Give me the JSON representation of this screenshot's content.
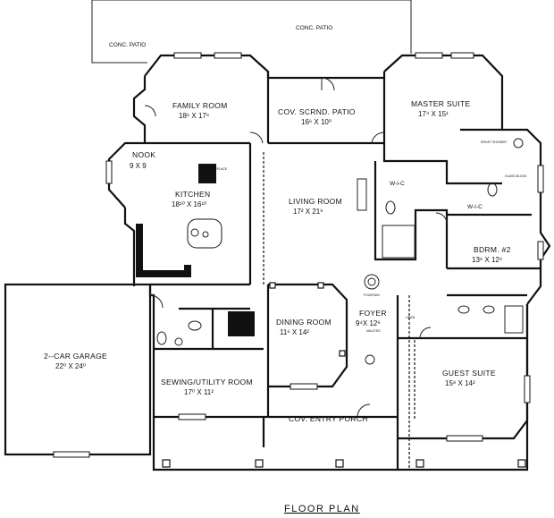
{
  "title": "FLOOR PLAN",
  "patios": {
    "left": "CONC. PATIO",
    "right": "CONC. PATIO"
  },
  "rooms": {
    "family_room": {
      "name": "FAMILY ROOM",
      "dims": "18⁶ X 17⁶"
    },
    "screened_patio": {
      "name": "COV. SCRND. PATIO",
      "dims": "16⁶ X 10⁰"
    },
    "master_suite": {
      "name": "MASTER SUITE",
      "dims": "17⁴ X 15¹"
    },
    "nook": {
      "name": "NOOK",
      "dims": "9 X 9"
    },
    "kitchen": {
      "name": "KITCHEN",
      "dims": "18¹⁰ X 16¹⁰"
    },
    "living_room": {
      "name": "LIVING ROOM",
      "dims": "17² X 21⁶"
    },
    "bedroom2": {
      "name": "BDRM. #2",
      "dims": "13⁶ X 12⁶"
    },
    "garage": {
      "name": "2--CAR GARAGE",
      "dims": "22⁰ X 24⁰"
    },
    "dining_room": {
      "name": "DINING ROOM",
      "dims": "11⁶ X 14²"
    },
    "foyer": {
      "name": "FOYER",
      "dims": "9⁴X 12⁶",
      "note": "VAULTED"
    },
    "sewing": {
      "name": "SEWING/UTILITY ROOM",
      "dims": "17⁰ X 11²"
    },
    "guest_suite": {
      "name": "GUEST SUITE",
      "dims": "15⁸ X 14²"
    },
    "entry_porch": {
      "name": "COV. ENTRY PORCH"
    }
  },
  "fixtures": {
    "wic_1": "W-I-C",
    "wic_2": "W-I-C",
    "fireplace": "GREAT FIREPLACE",
    "spa": "SPA/ST SHOWER",
    "glass_block": "GLASS BLOCK",
    "fountain": "FOUNTAIN",
    "linen": "LINEN"
  }
}
